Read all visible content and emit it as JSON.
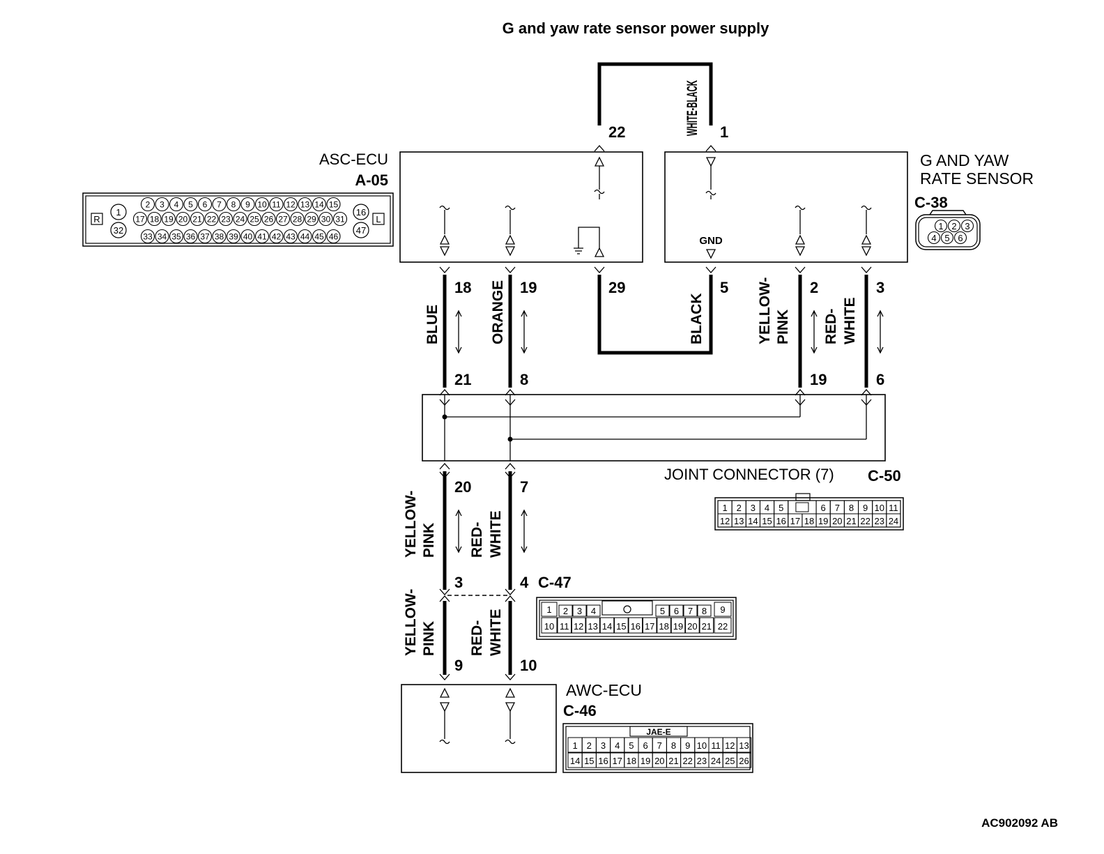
{
  "title": "G and yaw rate sensor power supply",
  "footer_code": "AC902092 AB",
  "asc_ecu": {
    "name": "ASC-ECU",
    "connector": "A-05",
    "upper_pin": "22",
    "lower_pins": [
      "18",
      "19",
      "29"
    ],
    "connector_face": {
      "row1": [
        "2",
        "3",
        "4",
        "5",
        "6",
        "7",
        "8",
        "9",
        "10",
        "11",
        "12",
        "13",
        "14",
        "15"
      ],
      "row2": [
        "17",
        "18",
        "19",
        "20",
        "21",
        "22",
        "23",
        "24",
        "25",
        "26",
        "27",
        "28",
        "29",
        "30",
        "31"
      ],
      "row3": [
        "33",
        "34",
        "35",
        "36",
        "37",
        "38",
        "39",
        "40",
        "41",
        "42",
        "43",
        "44",
        "45",
        "46"
      ],
      "left_pins": [
        "1",
        "32"
      ],
      "right_pins": [
        "16",
        "47"
      ],
      "left_mark": "R",
      "right_mark": "L"
    }
  },
  "g_yaw_sensor": {
    "name_line1": "G AND YAW",
    "name_line2": "RATE SENSOR",
    "connector": "C-38",
    "upper_pin": "1",
    "gnd_label": "GND",
    "lower_pins": [
      "5",
      "2",
      "3"
    ],
    "connector_face": {
      "row1": [
        "1",
        "2",
        "3"
      ],
      "row2": [
        "4",
        "5",
        "6"
      ]
    }
  },
  "wires": {
    "top_loop": "WHITE-BLACK",
    "ground": "BLACK",
    "asc_18": "BLUE",
    "asc_19": "ORANGE",
    "sensor_2_l1": "YELLOW-",
    "sensor_2_l2": "PINK",
    "sensor_3_l1": "RED-",
    "sensor_3_l2": "WHITE",
    "jc_20_l1": "YELLOW-",
    "jc_20_l2": "PINK",
    "jc_7_l1": "RED-",
    "jc_7_l2": "WHITE",
    "awc_9_l1": "YELLOW-",
    "awc_9_l2": "PINK",
    "awc_10_l1": "RED-",
    "awc_10_l2": "WHITE"
  },
  "joint_connector": {
    "name": "JOINT CONNECTOR (7)",
    "connector": "C-50",
    "top_pins": [
      "21",
      "8",
      "19",
      "6"
    ],
    "bottom_pins": [
      "20",
      "7"
    ],
    "face": {
      "row1": [
        "1",
        "2",
        "3",
        "4",
        "5",
        "",
        "6",
        "7",
        "8",
        "9",
        "10",
        "11"
      ],
      "row2": [
        "12",
        "13",
        "14",
        "15",
        "16",
        "17",
        "18",
        "19",
        "20",
        "21",
        "22",
        "23",
        "24"
      ]
    }
  },
  "intermediate_connector": {
    "connector": "C-47",
    "pins": [
      "3",
      "4"
    ],
    "face": {
      "row1_left": [
        "1",
        "2",
        "3",
        "4"
      ],
      "row1_right": [
        "5",
        "6",
        "7",
        "8",
        "9"
      ],
      "row2": [
        "10",
        "11",
        "12",
        "13",
        "14",
        "15",
        "16",
        "17",
        "18",
        "19",
        "20",
        "21",
        "22"
      ]
    }
  },
  "awc_ecu": {
    "name": "AWC-ECU",
    "connector": "C-46",
    "pins": [
      "9",
      "10"
    ],
    "face": {
      "label": "JAE-E",
      "row1": [
        "1",
        "2",
        "3",
        "4",
        "5",
        "6",
        "7",
        "8",
        "9",
        "10",
        "11",
        "12",
        "13"
      ],
      "row2": [
        "14",
        "15",
        "16",
        "17",
        "18",
        "19",
        "20",
        "21",
        "22",
        "23",
        "24",
        "25",
        "26"
      ]
    }
  }
}
